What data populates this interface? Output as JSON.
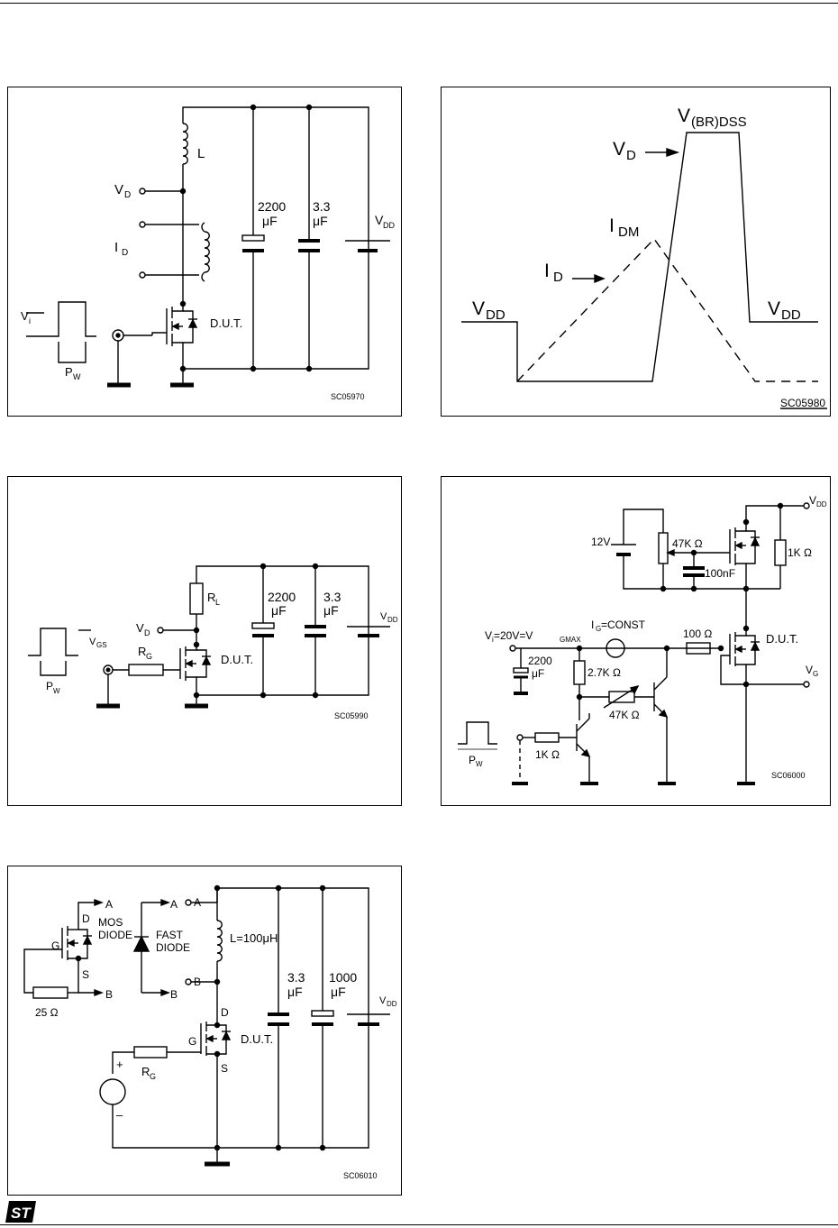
{
  "figure1": {
    "code": "SC05970",
    "labels": {
      "vd": "V",
      "vd_sub": "D",
      "id": "I",
      "id_sub": "D",
      "l": "L",
      "c1_value": "2200",
      "c1_unit": "μF",
      "c2_value": "3.3",
      "c2_unit": "μF",
      "vdd": "V",
      "vdd_sub": "DD",
      "vi": "V",
      "vi_sub": "i",
      "pw": "P",
      "pw_sub": "W",
      "dut": "D.U.T."
    }
  },
  "figure2": {
    "code": "SC05980",
    "labels": {
      "vbrdss": "V",
      "vbrdss_sub": "(BR)DSS",
      "vd": "V",
      "vd_sub": "D",
      "idm": "I",
      "idm_sub": "DM",
      "id": "I",
      "id_sub": "D",
      "vdd_left": "V",
      "vdd_left_sub": "DD",
      "vdd_right": "V",
      "vdd_right_sub": "DD"
    }
  },
  "figure3": {
    "code": "SC05990",
    "labels": {
      "rl": "R",
      "rl_sub": "L",
      "vd": "V",
      "vd_sub": "D",
      "rg": "R",
      "rg_sub": "G",
      "vgs": "V",
      "vgs_sub": "GS",
      "pw": "P",
      "pw_sub": "W",
      "c1_value": "2200",
      "c1_unit": "μF",
      "c2_value": "3.3",
      "c2_unit": "μF",
      "vdd": "V",
      "vdd_sub": "DD",
      "dut": "D.U.T."
    }
  },
  "figure4": {
    "code": "SC06000",
    "labels": {
      "vdd": "V",
      "vdd_sub": "DD",
      "bat": "12V",
      "pot": "47K Ω",
      "cap100n": "100nF",
      "r1k_top": "1K Ω",
      "vi_pre": "V",
      "vi_sub": "i",
      "vi_mid": " =20V=V",
      "vi_sub2": "GMAX",
      "ig": "I",
      "ig_sub": "G",
      "ig_post": "=CONST",
      "r100": "100 Ω",
      "dut": "D.U.T.",
      "c2200_value": "2200",
      "c2200_unit": "μF",
      "r27k": "2.7K Ω",
      "vg": "V",
      "vg_sub": "G",
      "r47k": "47K Ω",
      "r1k_bottom": "1K Ω",
      "pw": "P",
      "pw_sub": "W"
    }
  },
  "figure5": {
    "code": "SC06010",
    "labels": {
      "a1": "A",
      "b1": "B",
      "d1": "D",
      "g1": "G",
      "s1": "S",
      "mos_diode_1": "MOS",
      "mos_diode_2": "DIODE",
      "r25": "25 Ω",
      "a2": "A",
      "b2": "B",
      "fast_diode_1": "FAST",
      "fast_diode_2": "DIODE",
      "a3": "A",
      "b3": "B",
      "l100": "L=100μH",
      "d2": "D",
      "g2": "G",
      "s2": "S",
      "rg": "R",
      "rg_sub": "G",
      "plus": "+",
      "minus": "–",
      "c1_value": "3.3",
      "c1_unit": "μF",
      "c2_value": "1000",
      "c2_unit": "μF",
      "vdd": "V",
      "vdd_sub": "DD",
      "dut": "D.U.T."
    }
  },
  "logo": {
    "text": "ST"
  }
}
